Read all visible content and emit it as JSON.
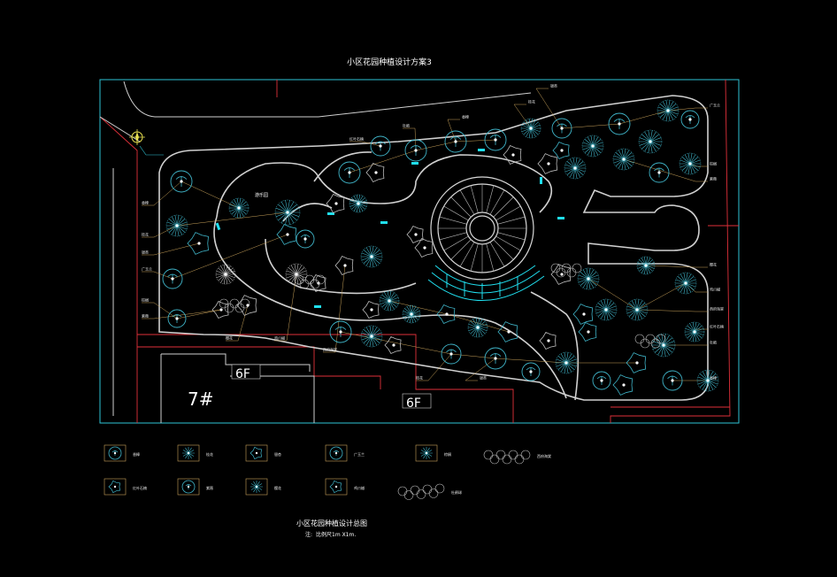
{
  "drawing": {
    "title_top": "小区花园种植设计方案3",
    "title_bottom": "小区花园种植设计总图",
    "scale_note": "比例尺1m X1m.",
    "scale_prefix": "注:",
    "building_label": "7#",
    "floor_label_1": "6F",
    "floor_label_2": "6F",
    "garden_label": "游乐园"
  },
  "colors": {
    "background": "#000000",
    "boundary_cyan": "#2ec4d6",
    "property_red": "#e0303a",
    "path_white": "#cfcfcf",
    "leader_gold": "#c8a25a",
    "tree_cyan": "#3fb4c8",
    "shrub_grey": "#bdbdbd",
    "highlight_cyan": "#20e0f0"
  },
  "icons": {
    "north_arrow": "north-arrow-icon",
    "tree": "tree-symbol-icon"
  },
  "legend": [
    {
      "name": "香樟",
      "icon": "round-tree-icon"
    },
    {
      "name": "桂花",
      "icon": "shrub-tree-icon"
    },
    {
      "name": "银杏",
      "icon": "ginkgo-icon"
    },
    {
      "name": "广玉兰",
      "icon": "magnolia-icon"
    },
    {
      "name": "棕榈",
      "icon": "palm-icon"
    },
    {
      "name": "红叶石楠",
      "icon": "hedge-icon"
    },
    {
      "name": "紫薇",
      "icon": "crape-myrtle-icon"
    },
    {
      "name": "樱花",
      "icon": "cherry-icon"
    },
    {
      "name": "鸡爪槭",
      "icon": "maple-icon"
    },
    {
      "name": "西府海棠",
      "icon": "crabapple-icon"
    },
    {
      "name": "杜鹃球",
      "icon": "azalea-icon"
    }
  ],
  "plant_labels": [
    "香樟",
    "桂花",
    "银杏",
    "广玉兰",
    "棕榈",
    "紫薇",
    "樱花",
    "鸡爪槭",
    "西府海棠",
    "红叶石楠",
    "杜鹃"
  ]
}
